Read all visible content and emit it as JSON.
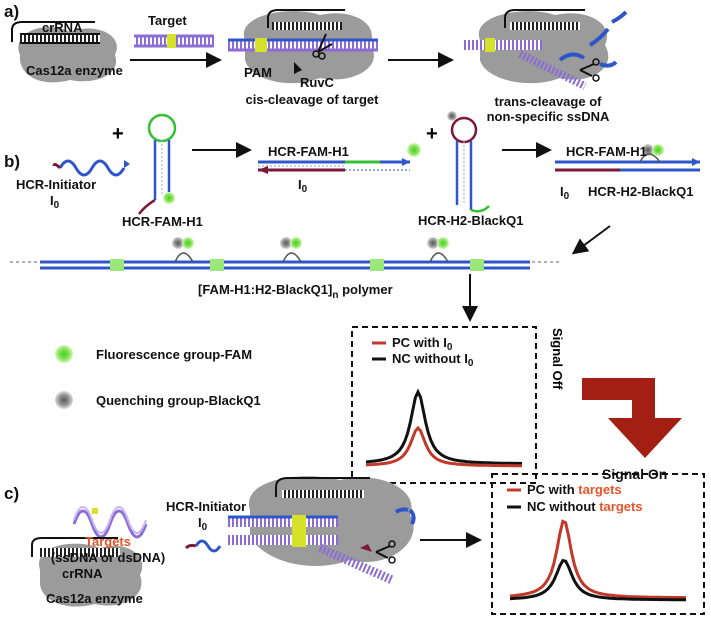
{
  "panels": {
    "a": "a)",
    "b": "b)",
    "c": "c)"
  },
  "panel_a": {
    "crrna": "crRNA",
    "enzyme": "Cas12a enzyme",
    "target": "Target",
    "pam": "PAM",
    "ruvc": "RuvC",
    "cis": "cis-cleavage of target",
    "trans_line1": "trans-cleavage of",
    "trans_line2": "non-specific ssDNA"
  },
  "panel_b": {
    "initiator": "HCR-Initiator",
    "i0": "I",
    "i0_sub": "0",
    "h1": "HCR-FAM-H1",
    "h2": "HCR-H2-BlackQ1",
    "polymer_pre": "[FAM-H1:H2-BlackQ1]",
    "polymer_sub": "n",
    "polymer_post": " polymer",
    "fam_legend": "Fluorescence group-FAM",
    "quench_legend": "Quenching group-BlackQ1",
    "pc_pre": "PC with I",
    "nc_pre": "NC without I",
    "sub0": "0",
    "signal_off": "Signal Off",
    "signal_on": "Signal On"
  },
  "panel_c": {
    "targets": "Targets",
    "targets_sub": "(ssDNA or dsDNA)",
    "initiator": "HCR-Initiator",
    "crrna": "crRNA",
    "enzyme": "Cas12a enzyme",
    "pc_pre": "PC with ",
    "nc_pre": "NC without ",
    "targets_word": "targets"
  },
  "colors": {
    "red_curve": "#c0392b",
    "black_curve": "#111111",
    "fam_green": "#7ee04a",
    "quencher_gray": "#8a8a8a",
    "arrow_dark_red": "#a31f14",
    "strand_blue": "#2f56c8",
    "strand_purple": "#8b6cd6",
    "strand_maroon": "#7a1a3a",
    "pam_yellow": "#d6e22a",
    "enzyme_gray": "#9b9b9b",
    "targets_orange": "#e8542a"
  }
}
